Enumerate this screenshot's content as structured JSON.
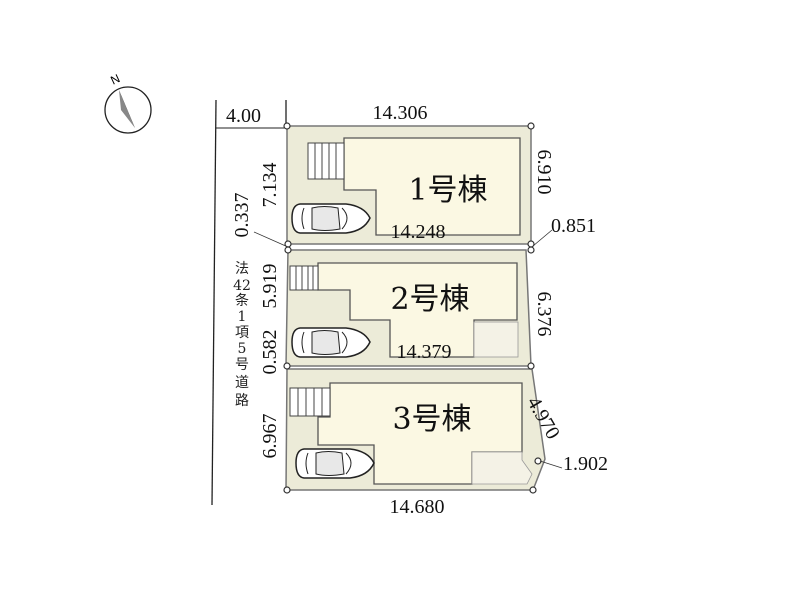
{
  "compass": {
    "north_label": "N"
  },
  "road": {
    "label_chars": [
      "法",
      "42",
      "条",
      "1",
      "項",
      "5",
      "号",
      "道",
      "路"
    ]
  },
  "buildings": [
    {
      "name": "1号棟"
    },
    {
      "name": "2号棟"
    },
    {
      "name": "3号棟"
    }
  ],
  "dimensions": {
    "road_width": "4.00",
    "top": "14.306",
    "lot1_left": "7.134",
    "left_offset": "0.337",
    "lot1_right": "6.910",
    "lot1_bottom": "14.248",
    "right_offset": "0.851",
    "lot2_left": "5.919",
    "lot2_right": "6.376",
    "lot2_bottom": "14.379",
    "left_offset2": "0.582",
    "lot3_right": "4.970",
    "lot3_corner": "1.902",
    "lot3_left": "6.967",
    "bottom": "14.680"
  },
  "colors": {
    "lot_outer": "#ecebd8",
    "lot_inner": "#fbf8e3",
    "line": "#333333"
  }
}
